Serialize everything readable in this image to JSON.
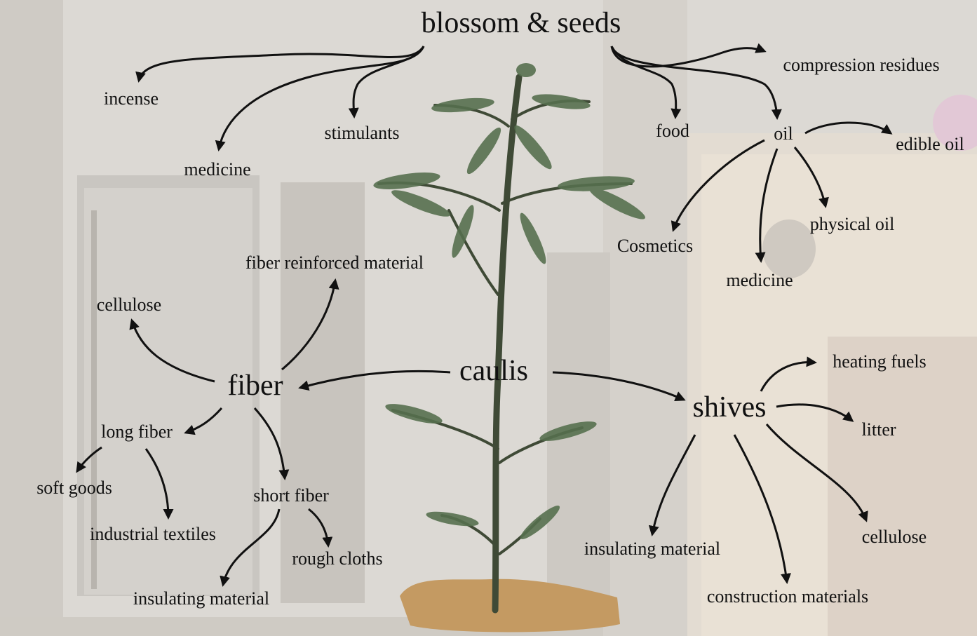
{
  "hubs": {
    "blossom_seeds": "blossom & seeds",
    "caulis": "caulis",
    "fiber": "fiber",
    "shives": "shives",
    "oil": "oil",
    "long_fiber": "long fiber",
    "short_fiber": "short fiber"
  },
  "blossom_outputs": {
    "incense": "incense",
    "medicine": "medicine",
    "stimulants": "stimulants",
    "food": "food",
    "compression_residues": "compression residues"
  },
  "oil_outputs": {
    "edible_oil": "edible oil",
    "physical_oil": "physical oil",
    "cosmetics": "Cosmetics",
    "medicine": "medicine"
  },
  "fiber_outputs": {
    "fiber_reinforced_material": "fiber reinforced material",
    "cellulose": "cellulose"
  },
  "long_fiber_outputs": {
    "soft_goods": "soft goods",
    "industrial_textiles": "industrial textiles"
  },
  "short_fiber_outputs": {
    "rough_cloths": "rough cloths",
    "insulating_material": "insulating material"
  },
  "shives_outputs": {
    "heating_fuels": "heating fuels",
    "litter": "litter",
    "cellulose": "cellulose",
    "insulating_material": "insulating material",
    "construction_materials": "construction materials"
  }
}
